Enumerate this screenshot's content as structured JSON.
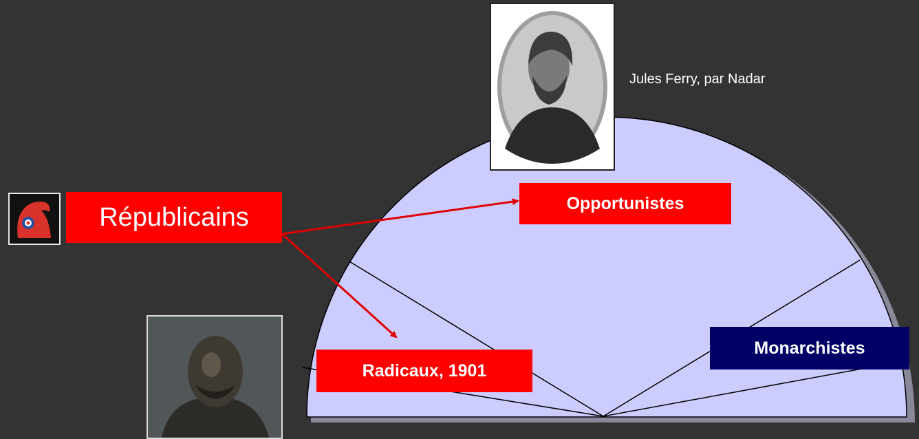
{
  "colors": {
    "background": "#333333",
    "hemicycle_fill": "#ccccff",
    "hemicycle_stroke": "#000000",
    "hemicycle_shadow": "#888899",
    "red_label": "#ff0000",
    "navy_label": "#000066",
    "arrow": "#e00000",
    "text": "#ffffff"
  },
  "labels": {
    "republicains": "Républicains",
    "opportunistes": "Opportunistes",
    "radicaux": "Radicaux, 1901",
    "monarchistes": "Monarchistes"
  },
  "captions": {
    "ferry": "Jules Ferry, par Nadar"
  },
  "images": {
    "ferry_portrait": "oval-portrait-photograph",
    "radical_bust": "bronze-bust-photograph",
    "bonnet": "phrygian-cap-icon"
  }
}
